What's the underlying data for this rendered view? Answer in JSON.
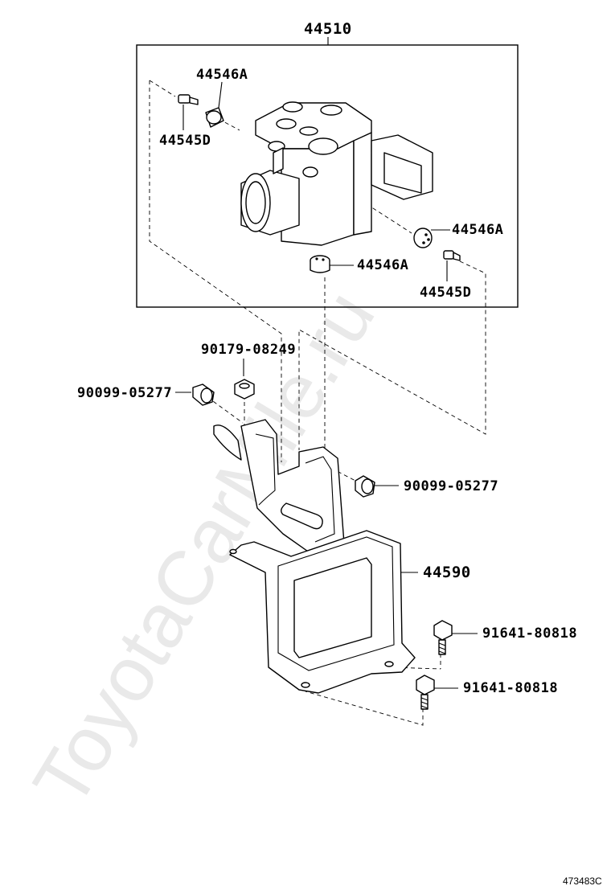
{
  "watermark": "ToyotaCarMile.ru",
  "diagram_ref": "473483C",
  "parts": {
    "assembly": "44510",
    "relay_cover_top": "44546A",
    "bolt_top": "44545D",
    "relay_cover_right": "44546A",
    "relay_cover_bottom": "44546A",
    "bolt_right": "44545D",
    "nut_flange": "90179-08249",
    "cushion_left": "90099-05277",
    "cushion_right": "90099-05277",
    "bracket": "44590",
    "bolt_bracket_top": "91641-80818",
    "bolt_bracket_bottom": "91641-80818"
  }
}
